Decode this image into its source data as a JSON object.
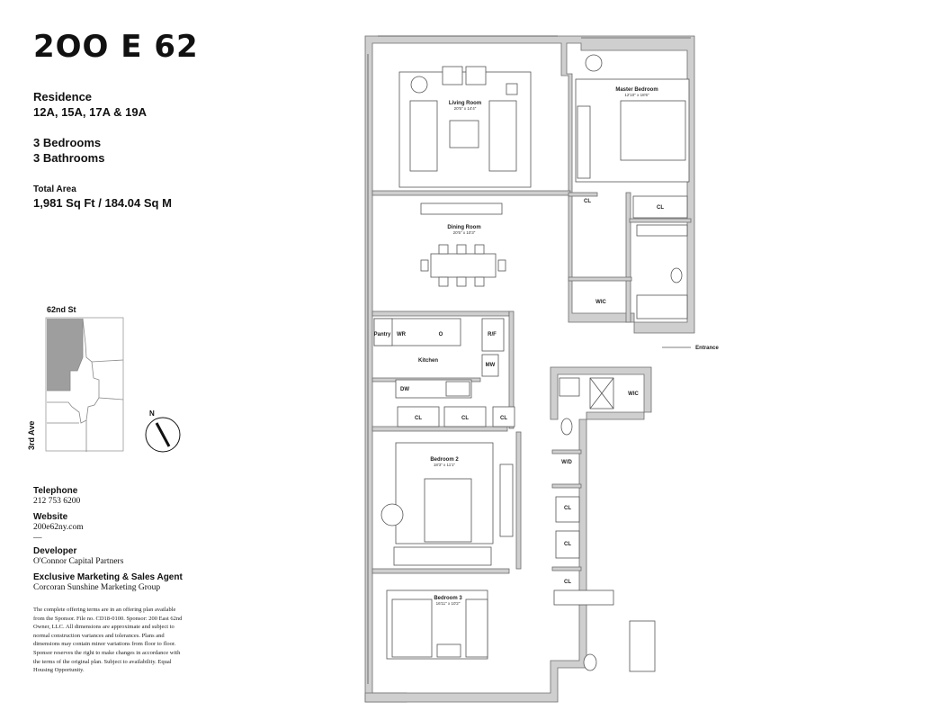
{
  "header": {
    "building": "2OO E 62",
    "residence_label": "Residence",
    "residence_units": "12A, 15A, 17A & 19A",
    "bedrooms": "3 Bedrooms",
    "bathrooms": "3 Bathrooms",
    "total_area_label": "Total Area",
    "total_area_value": "1,981 Sq Ft / 184.04 Sq M"
  },
  "site_map": {
    "top_street": "62nd St",
    "side_avenue": "3rd Ave",
    "compass_label": "N"
  },
  "contact": {
    "telephone_label": "Telephone",
    "telephone": "212 753 6200",
    "website_label": "Website",
    "website": "200e62ny.com",
    "separator": "—",
    "developer_label": "Developer",
    "developer": "O'Connor Capital Partners",
    "agent_label": "Exclusive Marketing & Sales Agent",
    "agent": "Corcoran Sunshine Marketing Group"
  },
  "disclaimer": "The complete offering terms are in an offering plan available from the Sponsor. File no. CD18-0100. Sponsor: 200 East 62nd Owner, LLC. All dimensions are approximate and subject to normal construction variances and tolerances. Plans and dimensions may contain minor variations from floor to floor. Sponsor reserves the right to make changes in accordance with the terms of the original plan. Subject to availability. Equal Housing Opportunity.",
  "rooms": {
    "living_room": "Living Room",
    "living_room_dim": "20'5\" x 14'4\"",
    "dining_room": "Dining Room",
    "dining_room_dim": "20'5\" x 10'3\"",
    "kitchen": "Kitchen",
    "master_bedroom": "Master Bedroom",
    "master_bedroom_dim": "12'10\" x 18'6\"",
    "bedroom_2": "Bedroom 2",
    "bedroom_2_dim": "18'3\" x 11'1\"",
    "bedroom_3": "Bedroom 3",
    "bedroom_3_dim": "16'11\" x 10'2\"",
    "entrance": "Entrance"
  },
  "labels": {
    "pantry": "Pantry",
    "wr": "WR",
    "oven": "O",
    "rf": "R/F",
    "mw": "MW",
    "dw": "DW",
    "cl": "CL",
    "wic": "WIC",
    "wd": "W/D"
  }
}
